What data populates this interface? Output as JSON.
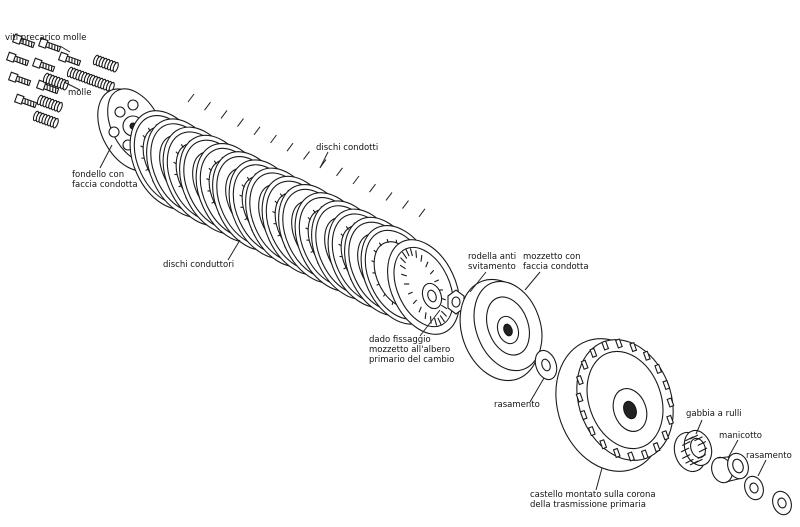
{
  "labels": {
    "viti_precarico": "viti precarico molle",
    "molle": "molle",
    "fondello": [
      "fondello con",
      "faccia condotta"
    ],
    "dischi_condotti": "dischi condotti",
    "dischi_conduttori": "dischi conduttori",
    "rodella": [
      "rodella anti",
      "svitamento"
    ],
    "mozzetto": [
      "mozzetto con",
      "faccia condotta"
    ],
    "dado": [
      "dado fissaggio",
      "mozzetto all'albero",
      "primario del cambio"
    ],
    "rasamento_1": "rasamento",
    "gabbia": "gabbia a rulli",
    "manicotto": "manicotto",
    "rasamento_2": "rasamento",
    "castello": [
      "castello montato sulla corona",
      "della trasmissione primaria"
    ]
  },
  "counts": {
    "screws": 8,
    "springs": 6,
    "plates": 15
  },
  "colors": {
    "ink": "#1a1a1a",
    "background": "#ffffff"
  }
}
